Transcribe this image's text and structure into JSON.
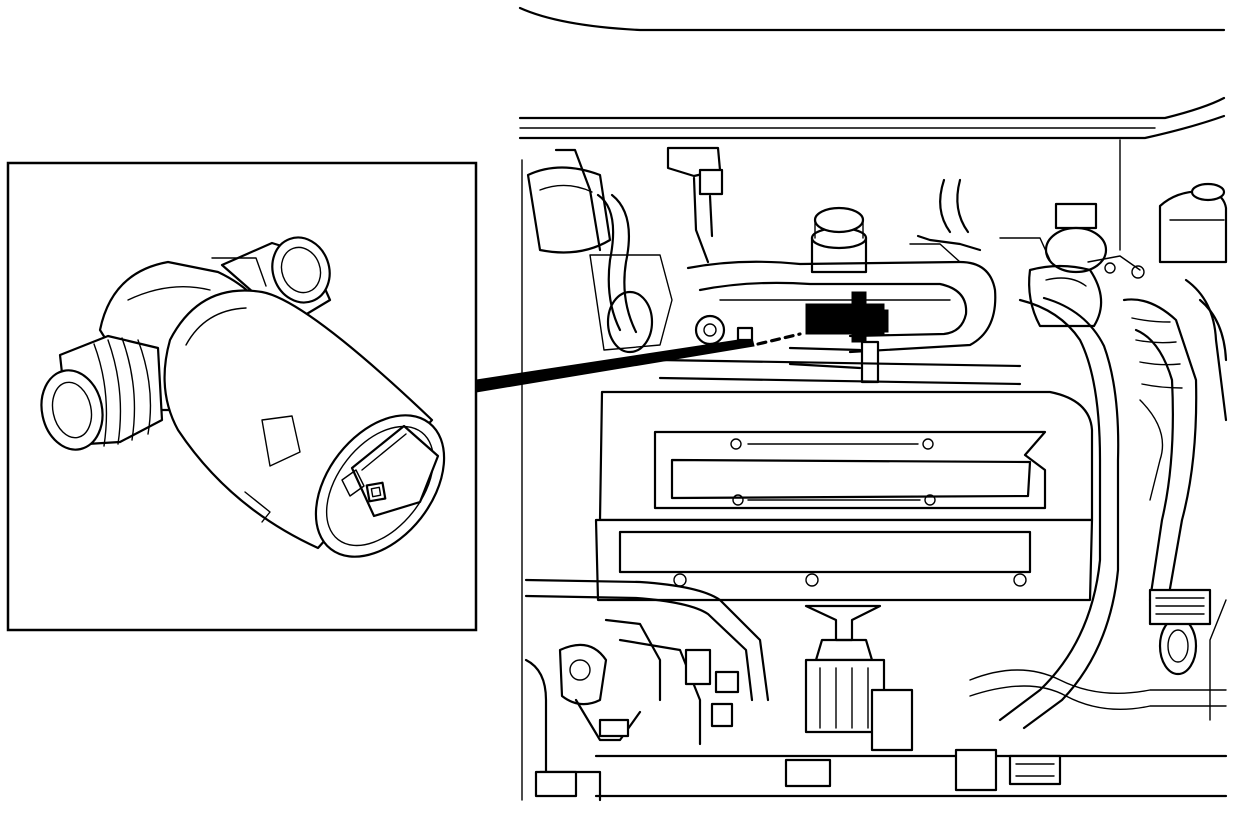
{
  "figure": {
    "components": [
      "idle-air-control-valve",
      "engine-bay",
      "location-marker",
      "callout-leader"
    ],
    "colors": {
      "ink": "#000000",
      "paper": "#ffffff"
    }
  }
}
